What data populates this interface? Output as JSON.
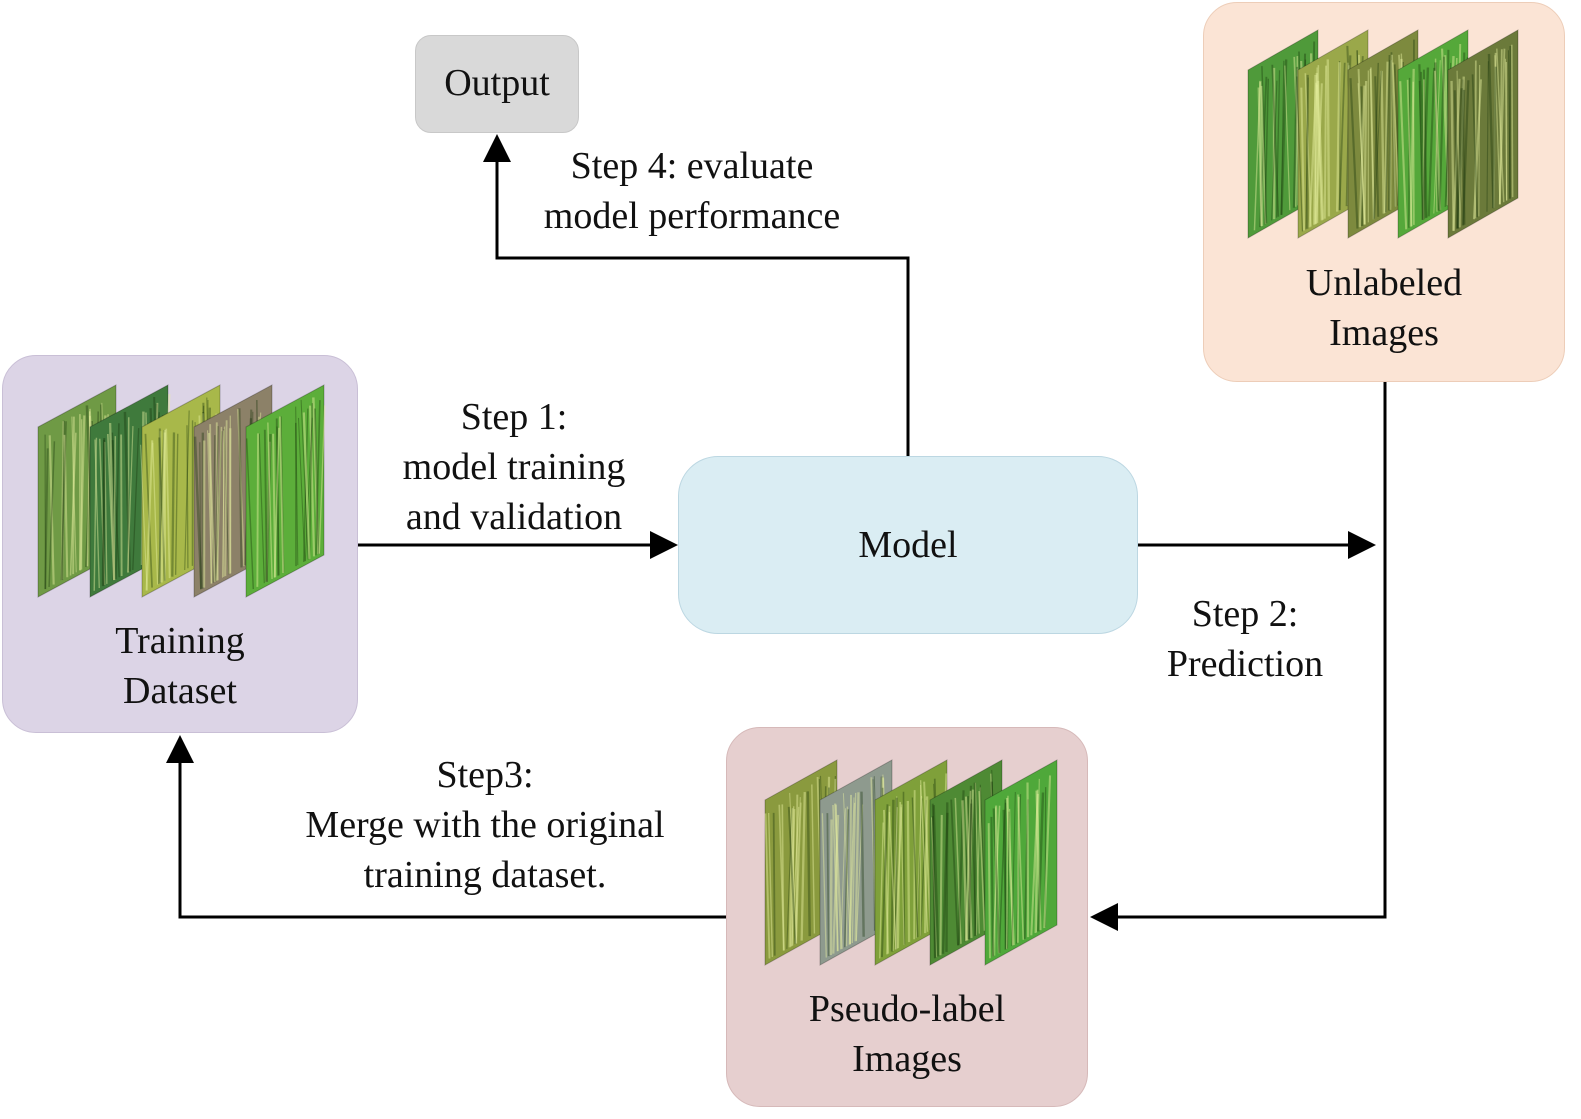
{
  "nodes": {
    "output": {
      "label": "Output",
      "color": "#d9d9d9"
    },
    "model": {
      "label": "Model",
      "color": "#daedf3"
    },
    "training": {
      "lines": [
        "Training",
        "Dataset"
      ],
      "color": "#dcd4e6"
    },
    "unlabeled": {
      "lines": [
        "Unlabeled",
        "Images"
      ],
      "color": "#fbe4d5"
    },
    "pseudo": {
      "lines": [
        "Pseudo-label",
        "Images"
      ],
      "color": "#e6cfcf"
    }
  },
  "steps": {
    "step1": [
      "Step 1:",
      "model training",
      "and validation"
    ],
    "step2": [
      "Step 2:",
      "Prediction"
    ],
    "step3": [
      "Step3:",
      "Merge with the original",
      "training dataset."
    ],
    "step4": [
      "Step 4: evaluate",
      "model performance"
    ]
  },
  "image_stacks": {
    "training": [
      "#6f9a45",
      "#3f7a3c",
      "#a8b84a",
      "#8c8168",
      "#5cae3a"
    ],
    "unlabeled": [
      "#4f9a3a",
      "#9aa84a",
      "#7d8a3e",
      "#55a83a",
      "#6b7a3a"
    ],
    "pseudo": [
      "#8a9a3e",
      "#8e9a8e",
      "#7fa03a",
      "#4e8a34",
      "#4fa83a"
    ]
  }
}
